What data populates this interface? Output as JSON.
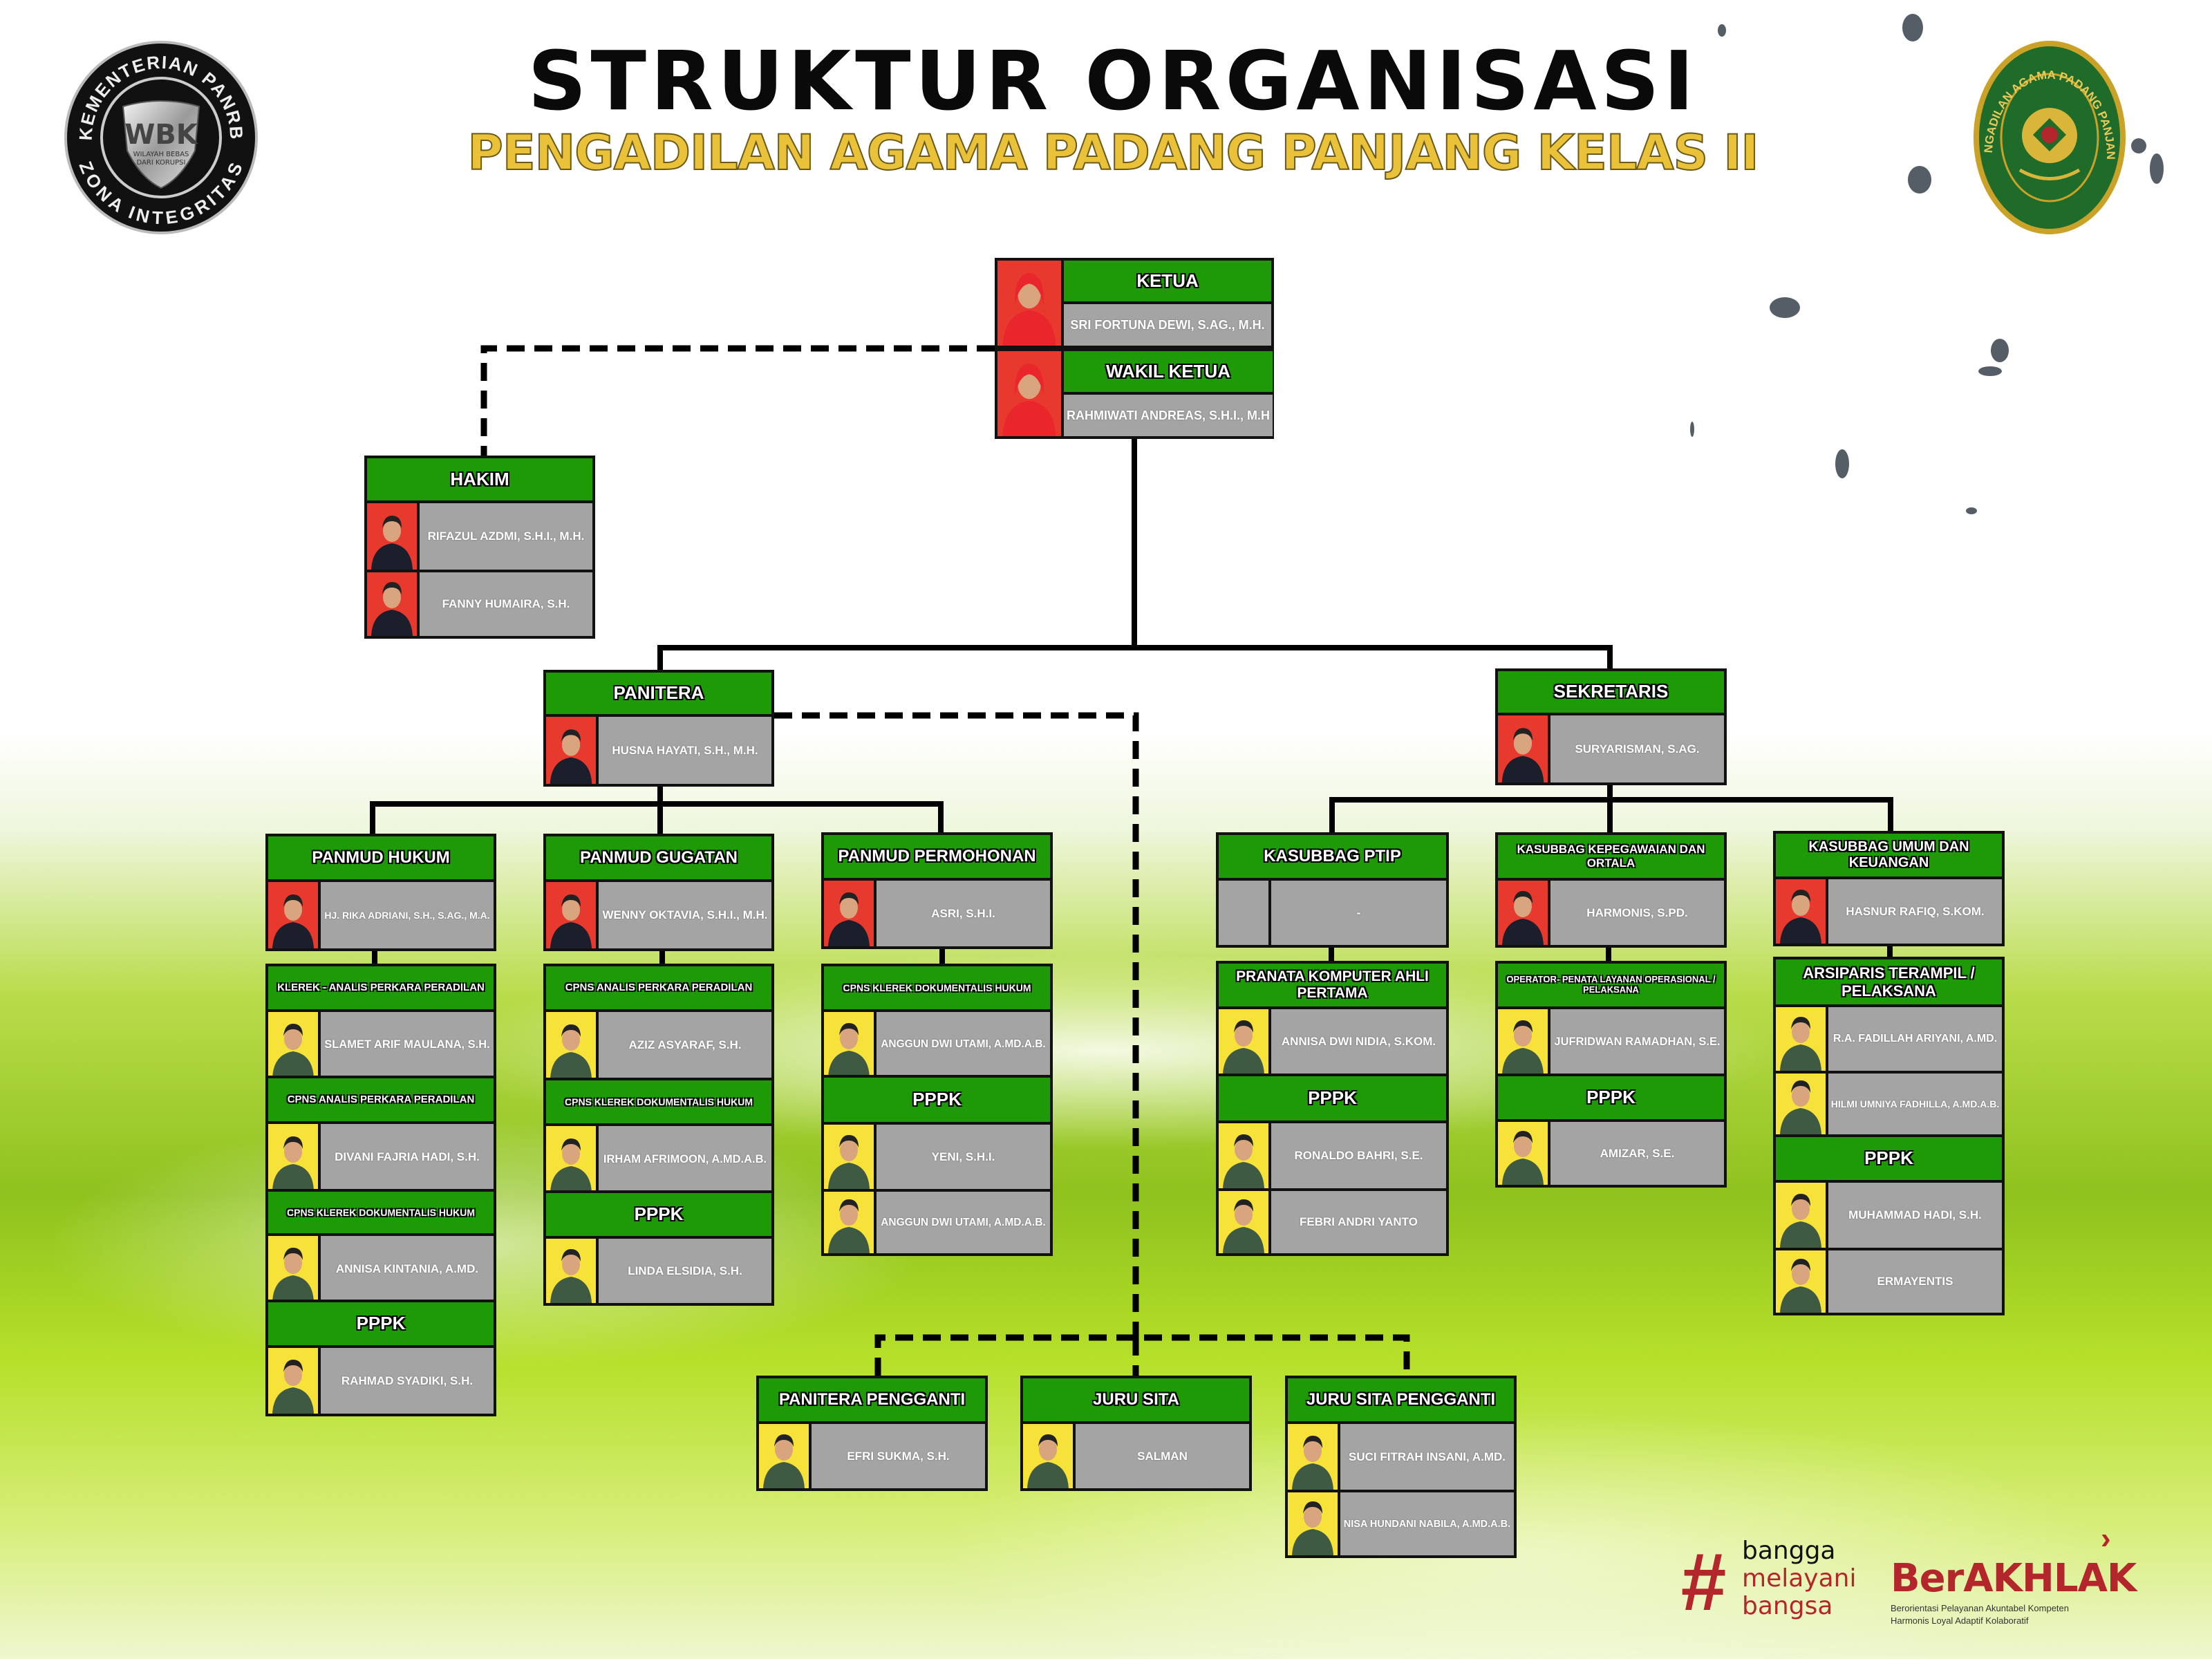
{
  "header": {
    "title": "STRUKTUR ORGANISASI",
    "subtitle": "PENGADILAN AGAMA PADANG PANJANG KELAS II"
  },
  "logos": {
    "left": {
      "ring_top": "KEMENTERIAN PANRB",
      "ring_bottom": "ZONA INTEGRITAS",
      "shield": "WBK",
      "shield_sub_1": "WILAYAH BEBAS",
      "shield_sub_2": "DARI KORUPSI"
    },
    "right": {
      "ring": "PENGADILAN AGAMA PADANG PANJANG"
    }
  },
  "colors": {
    "header_green": "#1d9a06",
    "name_gray": "#a4a4a4",
    "photo_red": "#e8392f",
    "photo_yellow": "#f7e23a",
    "subtitle_gold": "#eac23a",
    "brand_red": "#b3262b"
  },
  "units": {
    "ketua": {
      "title": "KETUA",
      "members": [
        "SRI FORTUNA DEWI, S.AG., M.H."
      ]
    },
    "wakil_ketua": {
      "title": "WAKIL KETUA",
      "members": [
        "RAHMIWATI ANDREAS, S.H.I., M.H"
      ]
    },
    "hakim": {
      "title": "HAKIM",
      "members": [
        "RIFAZUL AZDMI, S.H.I., M.H.",
        "FANNY HUMAIRA, S.H."
      ]
    },
    "panitera": {
      "title": "PANITERA",
      "members": [
        "HUSNA HAYATI, S.H., M.H."
      ]
    },
    "sekretaris": {
      "title": "SEKRETARIS",
      "members": [
        "SURYARISMAN, S.AG."
      ]
    },
    "panmud_hukum": {
      "title": "PANMUD HUKUM",
      "members": [
        "HJ. RIKA ADRIANI, S.H., S.AG., M.A."
      ]
    },
    "klerek_analis_a": {
      "title": "KLEREK - ANALIS PERKARA PERADILAN",
      "members": [
        "SLAMET ARIF MAULANA, S.H."
      ]
    },
    "cpns_analis_a": {
      "title": "CPNS ANALIS PERKARA PERADILAN",
      "members": [
        "DIVANI FAJRIA HADI, S.H."
      ]
    },
    "cpns_klerek_a": {
      "title": "CPNS KLEREK DOKUMENTALIS HUKUM",
      "members": [
        "ANNISA KINTANIA, A.MD."
      ]
    },
    "pppk_a": {
      "title": "PPPK",
      "members": [
        "RAHMAD SYADIKI, S.H."
      ]
    },
    "panmud_gugatan": {
      "title": "PANMUD GUGATAN",
      "members": [
        "WENNY OKTAVIA, S.H.I., M.H."
      ]
    },
    "cpns_analis_b": {
      "title": "CPNS ANALIS PERKARA PERADILAN",
      "members": [
        "AZIZ ASYARAF, S.H."
      ]
    },
    "cpns_klerek_b": {
      "title": "CPNS KLEREK DOKUMENTALIS HUKUM",
      "members": [
        "IRHAM AFRIMOON, A.MD.A.B."
      ]
    },
    "pppk_b": {
      "title": "PPPK",
      "members": [
        "LINDA ELSIDIA, S.H."
      ]
    },
    "panmud_permohonan": {
      "title": "PANMUD PERMOHONAN",
      "members": [
        "ASRI, S.H.I."
      ]
    },
    "cpns_klerek_c": {
      "title": "CPNS KLEREK DOKUMENTALIS HUKUM",
      "members": [
        "ANGGUN DWI UTAMI, A.MD.A.B."
      ]
    },
    "pppk_c": {
      "title": "PPPK",
      "members": [
        "YENI, S.H.I.",
        "ANGGUN DWI UTAMI, A.MD.A.B."
      ]
    },
    "kasubbag_ptip": {
      "title": "KASUBBAG PTIP",
      "members": [
        "-"
      ]
    },
    "pranata_komputer": {
      "title": "PRANATA KOMPUTER AHLI PERTAMA",
      "members": [
        "ANNISA DWI NIDIA, S.KOM."
      ]
    },
    "pppk_d": {
      "title": "PPPK",
      "members": [
        "RONALDO BAHRI, S.E.",
        "FEBRI ANDRI YANTO"
      ]
    },
    "kasubbag_kepegawaian": {
      "title": "KASUBBAG KEPEGAWAIAN DAN ORTALA",
      "members": [
        "HARMONIS, S.PD."
      ]
    },
    "operator": {
      "title": "OPERATOR- PENATA LAYANAN OPERASIONAL / PELAKSANA",
      "members": [
        "JUFRIDWAN RAMADHAN, S.E."
      ]
    },
    "pppk_e": {
      "title": "PPPK",
      "members": [
        "AMIZAR, S.E."
      ]
    },
    "kasubbag_umum": {
      "title": "KASUBBAG UMUM DAN KEUANGAN",
      "members": [
        "HASNUR RAFIQ, S.KOM."
      ]
    },
    "arsiparis": {
      "title": "ARSIPARIS TERAMPIL / PELAKSANA",
      "members": [
        "R.A. FADILLAH ARIYANI, A.MD.",
        "HILMI UMNIYA FADHILLA, A.MD.A.B."
      ]
    },
    "pppk_f": {
      "title": "PPPK",
      "members": [
        "MUHAMMAD HADI, S.H.",
        "ERMAYENTIS"
      ]
    },
    "panitera_pengganti": {
      "title": "PANITERA PENGGANTI",
      "members": [
        "EFRI SUKMA, S.H."
      ]
    },
    "juru_sita": {
      "title": "JURU SITA",
      "members": [
        "SALMAN"
      ]
    },
    "juru_sita_pengganti": {
      "title": "JURU SITA PENGGANTI",
      "members": [
        "SUCI FITRAH INSANI, A.MD.",
        "NISA HUNDANI NABILA, A.MD.A.B."
      ]
    }
  },
  "footer": {
    "bangga": {
      "line_1": "bangga",
      "line_2": "melayani",
      "line_3": "bangsa"
    },
    "berakhlak": {
      "title": "BerAKHLAK",
      "tagline_1": "Berorientasi Pelayanan Akuntabel Kompeten",
      "tagline_2": "Harmonis Loyal Adaptif Kolaboratif"
    }
  }
}
